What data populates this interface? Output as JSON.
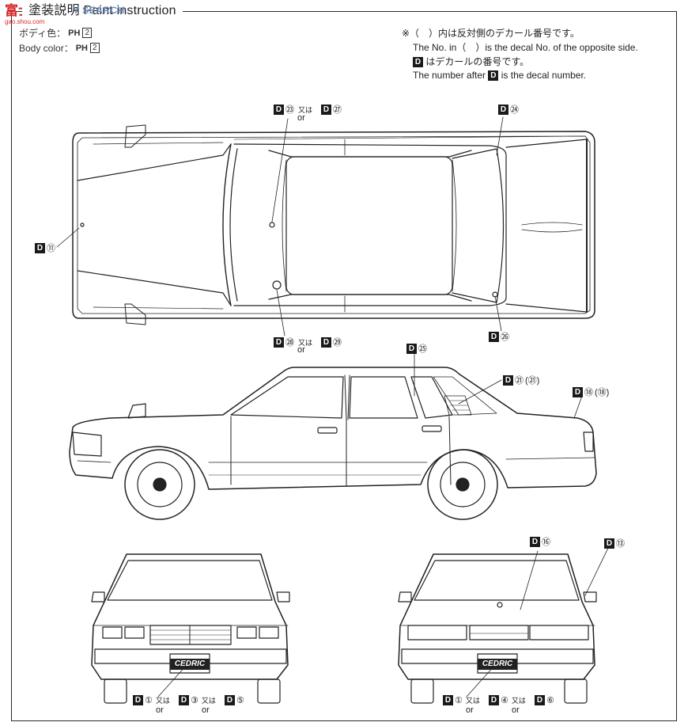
{
  "header": {
    "title": "塗装説明 Paint instruction",
    "watermark_main": "富士网",
    "watermark_url": "gao.shou.com",
    "watermark_search": "Y SEARCH"
  },
  "paint": {
    "jp_label": "ボディ色：",
    "en_label": "Body color：",
    "code": "PH",
    "number": "2"
  },
  "notes": {
    "line1": "※（　）内は反対側のデカール番号です。",
    "line2": "The No. in（　）is the decal No. of the opposite side.",
    "line3_suffix": "はデカールの番号です。",
    "line4_prefix": "The number after",
    "line4_suffix": "is the decal number."
  },
  "decals": {
    "letter": "D",
    "or_jp": "又は",
    "or_en": "or",
    "d11": "⑪",
    "d23": "㉓",
    "d27": "㉗",
    "d24": "㉔",
    "d28": "㉘",
    "d29": "㉙",
    "d26": "㉖",
    "d25": "㉕",
    "d21": "㉑",
    "d21p": "(㉑)",
    "d18": "⑱",
    "d18p": "(⑱)",
    "d16": "⑯",
    "d13": "⑬",
    "d1": "①",
    "d3": "③",
    "d5": "⑤",
    "d4": "④",
    "d6": "⑥"
  },
  "plates": {
    "front": "CEDRIC",
    "rear": "CEDRIC"
  }
}
